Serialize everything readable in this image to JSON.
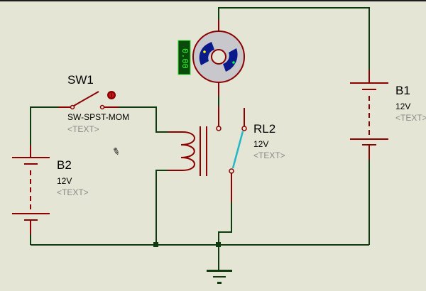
{
  "app": "ISIS schematic editor",
  "colors": {
    "background": "#e5e5d5",
    "wire": "#0d3b0d",
    "component": "#8b0000",
    "active_contact": "#20b8c8",
    "motor_body": "#c8c8cc",
    "motor_magnet": "#0a1a8a",
    "display_bg": "#0a4a0a",
    "display_text": "#33ff33"
  },
  "components": {
    "sw1": {
      "ref": "SW1",
      "value": "SW-SPST-MOM",
      "text": "<TEXT>"
    },
    "b2": {
      "ref": "B2",
      "value": "12V",
      "text": "<TEXT>"
    },
    "b1": {
      "ref": "B1",
      "value": "12V",
      "text": "<TEXT>"
    },
    "rl2": {
      "ref": "RL2",
      "value": "12V",
      "text": "<TEXT>"
    },
    "motor": {
      "speed_display": "0.00"
    }
  },
  "icons": {
    "cursor": "pencil-cursor-icon"
  }
}
